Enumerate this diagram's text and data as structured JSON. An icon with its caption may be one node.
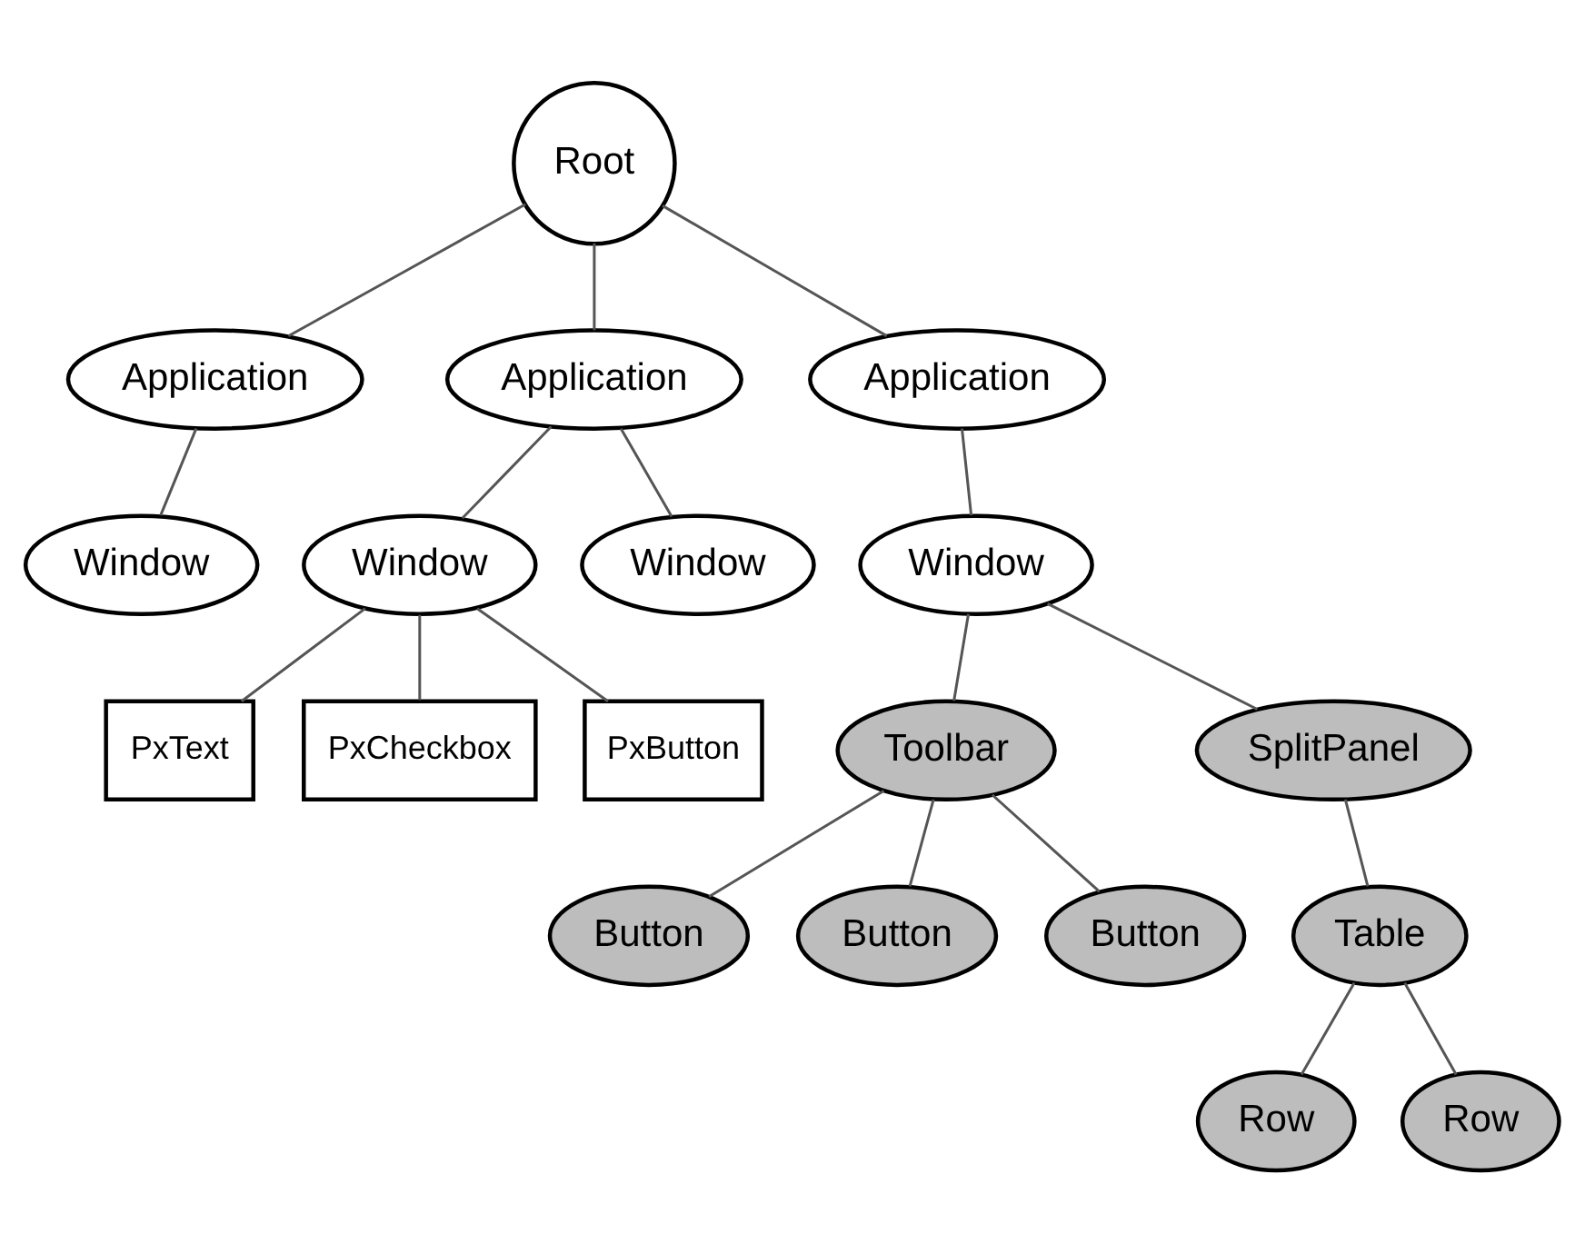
{
  "diagram": {
    "nodes": [
      {
        "text": [
          "Root"
        ]
      },
      {
        "text": [
          "Application"
        ]
      },
      {
        "text": [
          "Application"
        ]
      },
      {
        "text": [
          "Application"
        ]
      },
      {
        "text": [
          "Window"
        ]
      },
      {
        "text": [
          "Window"
        ]
      },
      {
        "text": [
          "Window"
        ]
      },
      {
        "text": [
          "Window"
        ]
      },
      {
        "text": [
          "PxText"
        ]
      },
      {
        "text": [
          "PxCheckbox"
        ]
      },
      {
        "text": [
          "PxButton"
        ]
      },
      {
        "text": [
          "Toolbar"
        ]
      },
      {
        "text": [
          "SplitPanel"
        ]
      },
      {
        "text": [
          "Button"
        ]
      },
      {
        "text": [
          "Button"
        ]
      },
      {
        "text": [
          "Button"
        ]
      },
      {
        "text": [
          "Table"
        ]
      },
      {
        "text": [
          "Row"
        ]
      },
      {
        "text": [
          "Row"
        ]
      }
    ],
    "edges": [
      {
        "from": 0,
        "to": 1,
        "arrow": "none"
      },
      {
        "from": 0,
        "to": 2,
        "arrow": "none"
      },
      {
        "from": 0,
        "to": 3,
        "arrow": "none"
      },
      {
        "from": 1,
        "to": 4,
        "arrow": "none"
      },
      {
        "from": 2,
        "to": 5,
        "arrow": "none"
      },
      {
        "from": 2,
        "to": 6,
        "arrow": "none"
      },
      {
        "from": 3,
        "to": 7,
        "arrow": "none"
      },
      {
        "from": 5,
        "to": 8,
        "arrow": "none"
      },
      {
        "from": 5,
        "to": 9,
        "arrow": "none"
      },
      {
        "from": 5,
        "to": 10,
        "arrow": "none"
      },
      {
        "from": 7,
        "to": 11,
        "arrow": "none"
      },
      {
        "from": 7,
        "to": 12,
        "arrow": "none"
      },
      {
        "from": 11,
        "to": 13,
        "arrow": "none"
      },
      {
        "from": 11,
        "to": 14,
        "arrow": "none"
      },
      {
        "from": 11,
        "to": 15,
        "arrow": "none"
      },
      {
        "from": 12,
        "to": 16,
        "arrow": "none"
      },
      {
        "from": 16,
        "to": 17,
        "arrow": "none"
      },
      {
        "from": 16,
        "to": 18,
        "arrow": "none"
      }
    ]
  }
}
